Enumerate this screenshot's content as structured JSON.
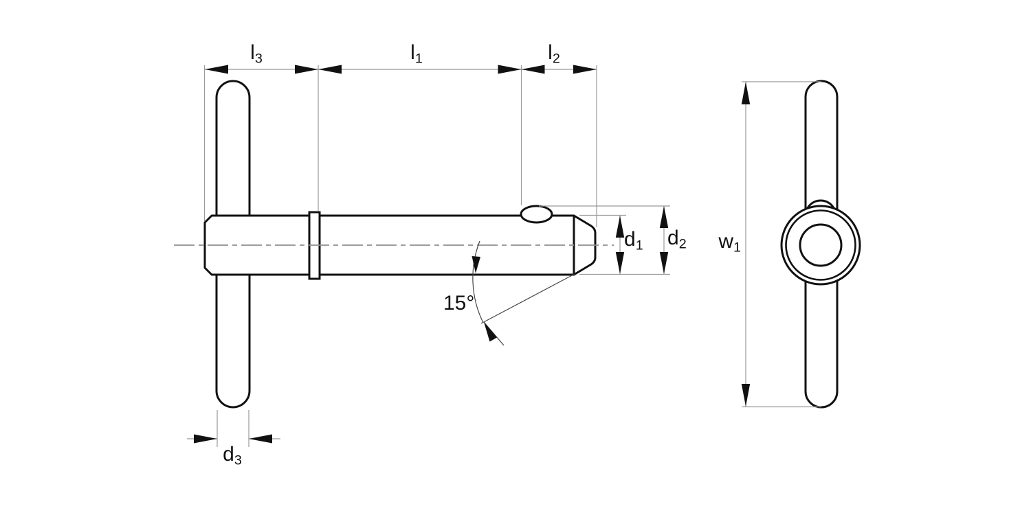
{
  "diagram": {
    "labels": {
      "l3": {
        "base": "l",
        "sub": "3"
      },
      "l1": {
        "base": "l",
        "sub": "1"
      },
      "l2": {
        "base": "l",
        "sub": "2"
      },
      "d1": {
        "base": "d",
        "sub": "1"
      },
      "d2": {
        "base": "d",
        "sub": "2"
      },
      "d3": {
        "base": "d",
        "sub": "3"
      },
      "w1": {
        "base": "w",
        "sub": "1"
      },
      "tip_angle": "15°"
    },
    "colors": {
      "background": "#ffffff",
      "part_outline": "#111111",
      "dimension_lines": "#999999",
      "centerline": "#8f8f8f",
      "angle_lines": "#444444",
      "arrowheads": "#111111",
      "text": "#111111"
    }
  }
}
